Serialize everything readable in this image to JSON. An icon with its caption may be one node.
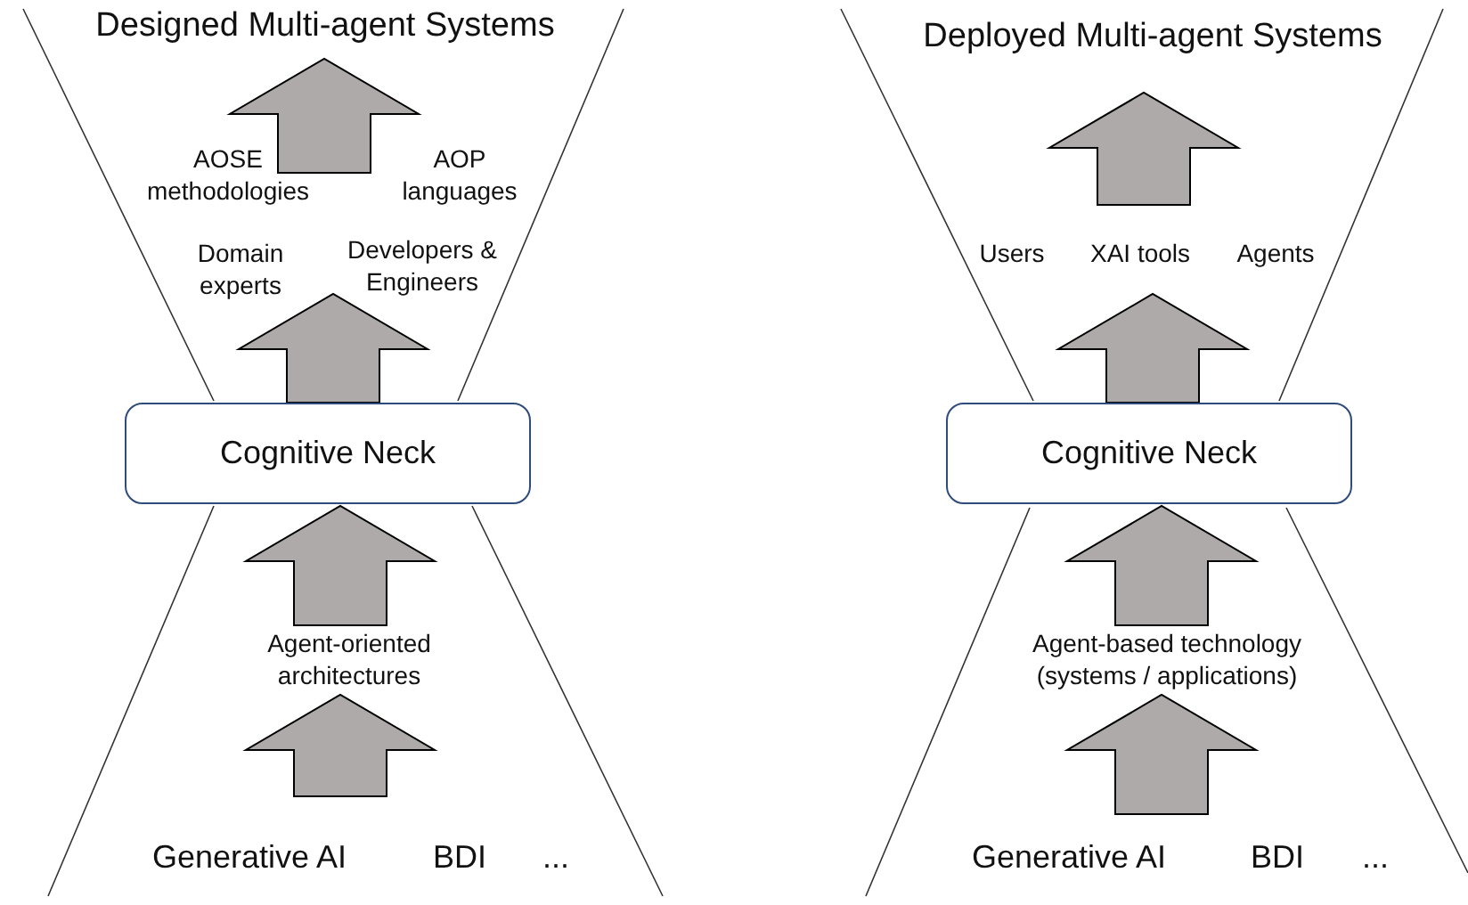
{
  "diagram": {
    "nodes": [
      {
        "text": [
          "Designed Multi-agent Systems"
        ]
      },
      {
        "text": [
          "Cognitive Neck"
        ]
      },
      {
        "text": [
          "Agent-oriented architectures"
        ]
      },
      {
        "text": [
          "Deployed Multi-agent Systems"
        ]
      },
      {
        "text": [
          "Cognitive Neck"
        ]
      },
      {
        "text": [
          "Agent-based technology (systems / applications)"
        ]
      }
    ],
    "edges": [
      {
        "from": null,
        "to": 0,
        "arrow": "to"
      },
      {
        "from": 1,
        "to": null,
        "arrow": "to"
      },
      {
        "from": 2,
        "to": 1,
        "arrow": "to"
      },
      {
        "from": null,
        "to": 2,
        "arrow": "to"
      },
      {
        "from": null,
        "to": 3,
        "arrow": "to"
      },
      {
        "from": 4,
        "to": null,
        "arrow": "to"
      },
      {
        "from": 5,
        "to": 4,
        "arrow": "to"
      },
      {
        "from": null,
        "to": 5,
        "arrow": "to"
      }
    ],
    "labels": [
      "AOSE methodologies",
      "AOP languages",
      "Domain experts",
      "Developers & Engineers",
      "Generative AI",
      "BDI",
      "...",
      "Users",
      "XAI tools",
      "Agents",
      "Generative AI",
      "BDI",
      "..."
    ]
  }
}
